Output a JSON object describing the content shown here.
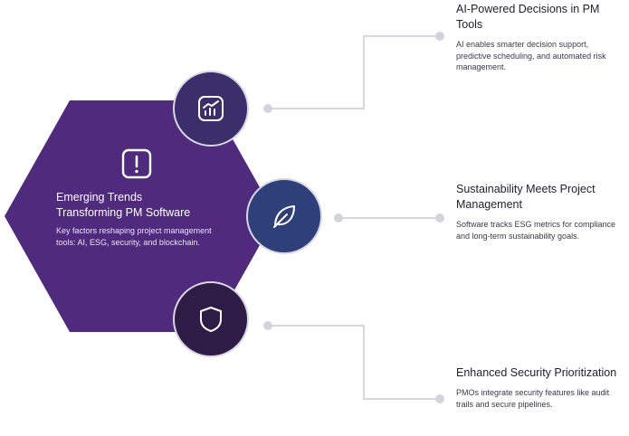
{
  "center": {
    "icon": "alert-square-icon",
    "title_line1": "Emerging Trends",
    "title_line2": "Transforming PM Software",
    "description": "Key factors reshaping project management tools: AI, ESG, security, and blockchain."
  },
  "items": [
    {
      "icon": "chart-trend-icon",
      "title": "AI-Powered Decisions in PM Tools",
      "description": "AI enables smarter decision support, predictive scheduling, and automated risk management.",
      "color": "#3b2e6b"
    },
    {
      "icon": "leaf-icon",
      "title": "Sustainability Meets Project Management",
      "description": "Software tracks ESG metrics for compliance and long-term sustainability goals.",
      "color": "#2e3f7a"
    },
    {
      "icon": "shield-icon",
      "title": "Enhanced Security Prioritization",
      "description": "PMOs integrate security features like audit trails and secure pipelines.",
      "color": "#2f1c46"
    }
  ],
  "colors": {
    "hexagon": "#4f2a7d",
    "connector": "#d7d7df"
  }
}
